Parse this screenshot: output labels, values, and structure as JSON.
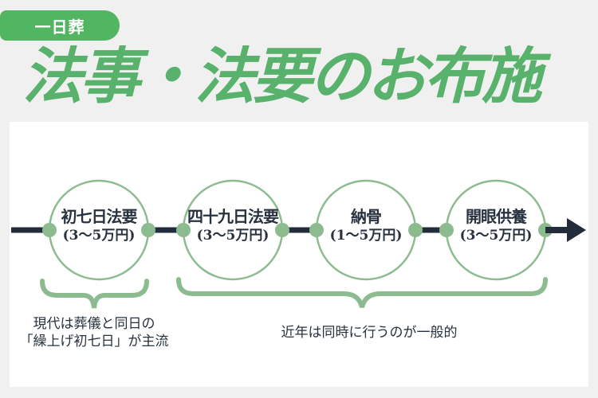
{
  "colors": {
    "page_background": "#f0f0f1",
    "card_background": "#ffffff",
    "badge_green": "#52b561",
    "title_green": "#59b26c",
    "sage_green": "#8dbb90",
    "timeline_navy": "#222c3a",
    "text_navy": "#28323f"
  },
  "badge": {
    "label": "一日葬"
  },
  "title": "法事・法要のお布施",
  "timeline": {
    "steps": [
      {
        "name": "初七日法要",
        "fee": "(3〜5万円)"
      },
      {
        "name": "四十九日法要",
        "fee": "(3〜5万円)"
      },
      {
        "name": "納骨",
        "fee": "(1〜5万円)"
      },
      {
        "name": "開眼供養",
        "fee": "(3〜5万円)"
      }
    ]
  },
  "notes": {
    "left": {
      "line1": "現代は葬儀と同日の",
      "line2": "「繰上げ初七日」が主流"
    },
    "right": "近年は同時に行うのが一般的"
  }
}
